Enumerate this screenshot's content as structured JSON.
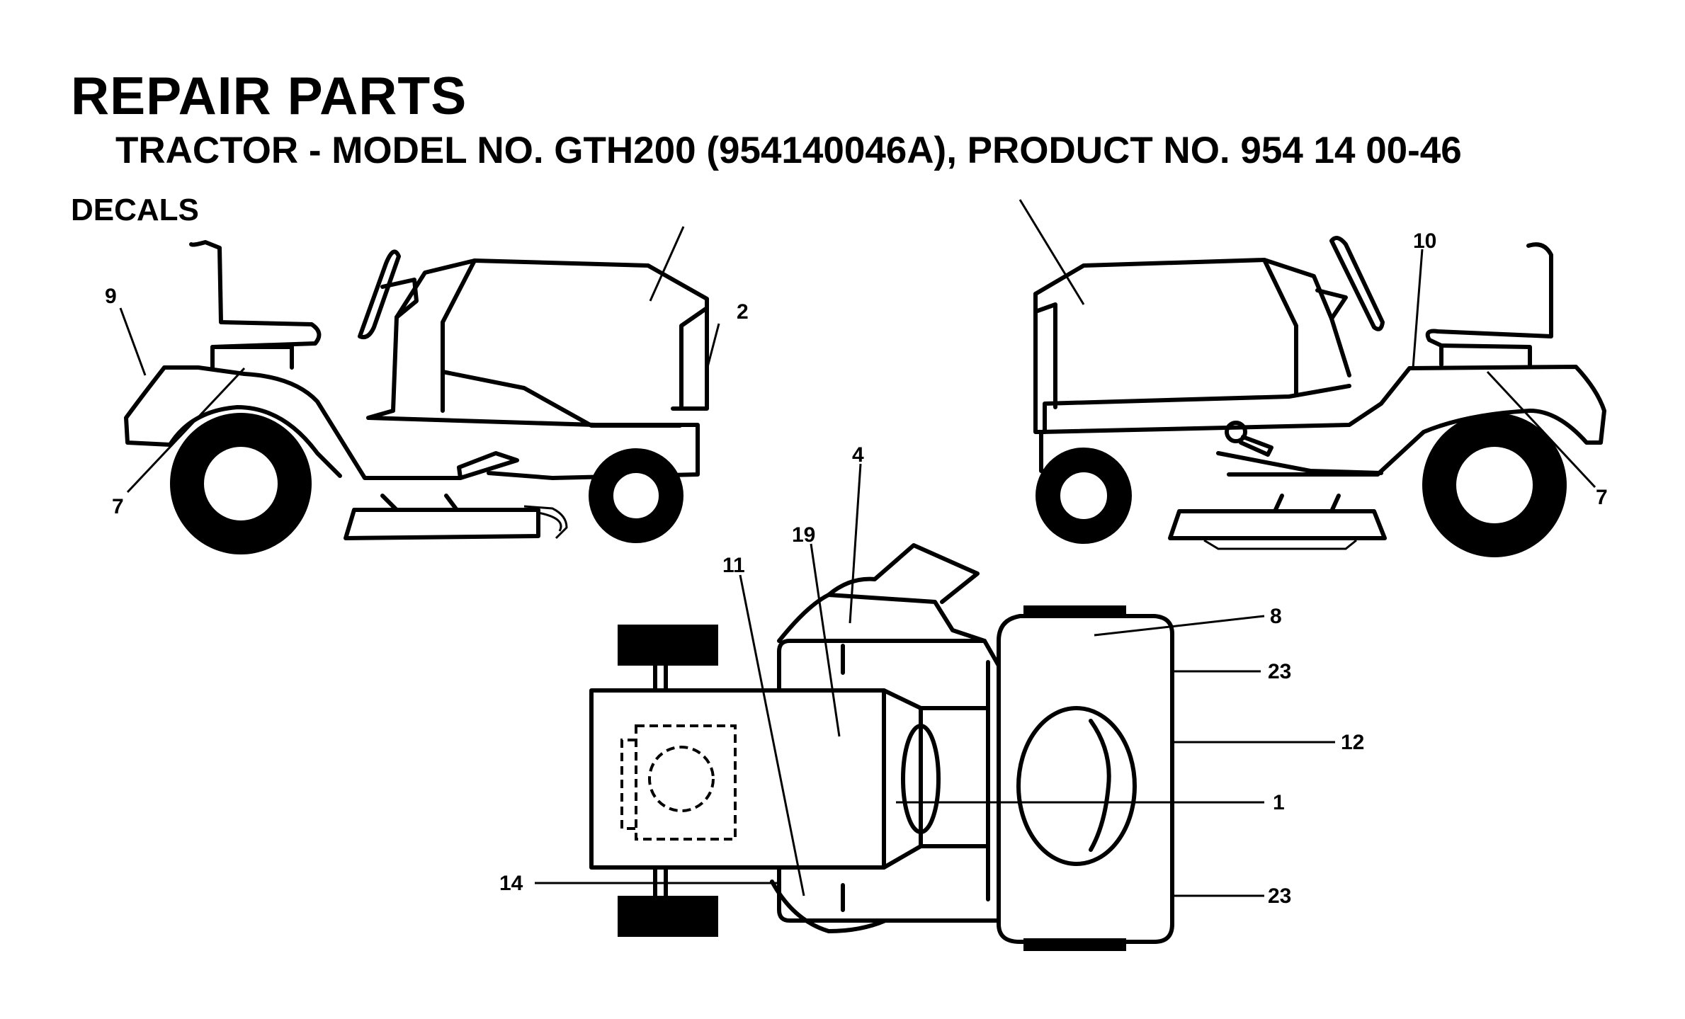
{
  "header": {
    "title": "REPAIR PARTS",
    "subtitle": "TRACTOR - MODEL NO. GTH200 (954140046A), PRODUCT NO. 954 14 00-46",
    "section": "DECALS"
  },
  "callouts": {
    "left_view": {
      "c9": "9",
      "c7": "7",
      "c2": "2"
    },
    "right_view": {
      "c10": "10",
      "c7": "7"
    },
    "top_view": {
      "c4": "4",
      "c19": "19",
      "c11": "11",
      "c8": "8",
      "c23a": "23",
      "c12": "12",
      "c1": "1",
      "c14": "14",
      "c23b": "23"
    }
  }
}
